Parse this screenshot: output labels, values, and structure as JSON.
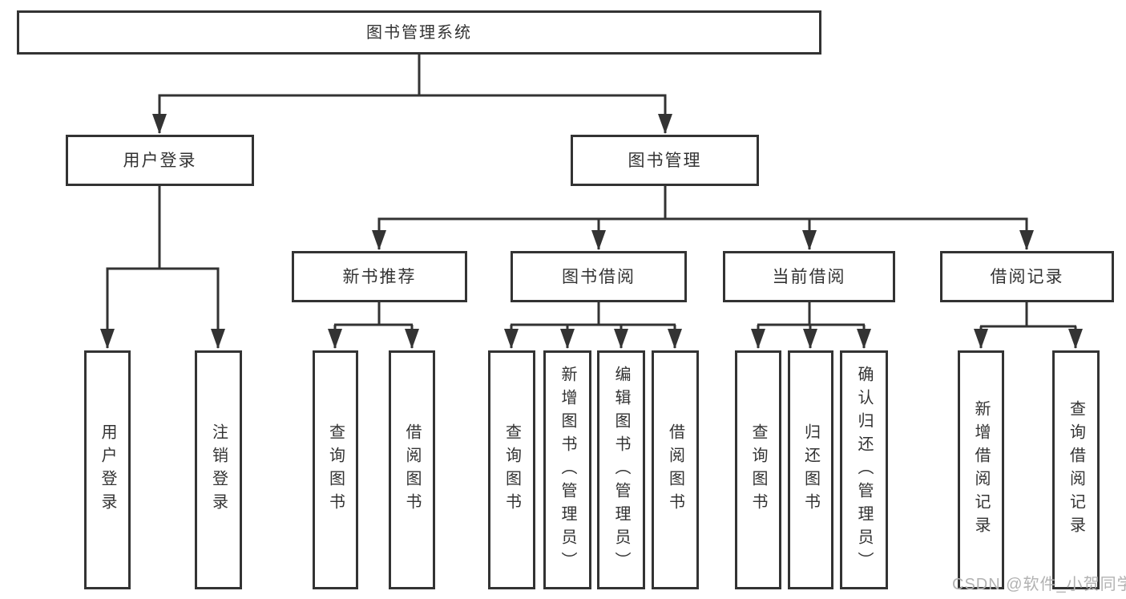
{
  "diagram": {
    "root": {
      "label": "图书管理系统"
    },
    "branches": [
      {
        "label": "用户登录",
        "children": [
          {
            "label": "用户登录"
          },
          {
            "label": "注销登录"
          }
        ]
      },
      {
        "label": "图书管理",
        "children": [
          {
            "label": "新书推荐",
            "children": [
              {
                "label": "查询图书"
              },
              {
                "label": "借阅图书"
              }
            ]
          },
          {
            "label": "图书借阅",
            "children": [
              {
                "label": "查询图书"
              },
              {
                "label": "新增图书（管理员）"
              },
              {
                "label": "编辑图书（管理员）"
              },
              {
                "label": "借阅图书"
              }
            ]
          },
          {
            "label": "当前借阅",
            "children": [
              {
                "label": "查询图书"
              },
              {
                "label": "归还图书"
              },
              {
                "label": "确认归还（管理员）"
              }
            ]
          },
          {
            "label": "借阅记录",
            "children": [
              {
                "label": "新增借阅记录"
              },
              {
                "label": "查询借阅记录"
              }
            ]
          }
        ]
      }
    ],
    "watermark": "CSDN @软件_小贺同学",
    "colors": {
      "line": "#333333",
      "box_border": "#333333",
      "text": "#333333",
      "watermark": "#b2b2b2",
      "background": "#ffffff"
    }
  }
}
